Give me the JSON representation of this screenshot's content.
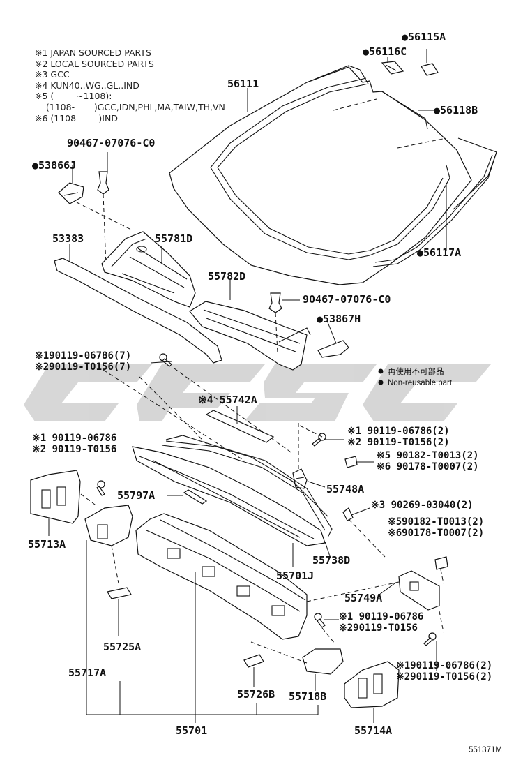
{
  "notes": [
    "※1 JAPAN SOURCED PARTS",
    "※2 LOCAL SOURCED PARTS",
    "※3 GCC",
    "※4 KUN40..WG..GL..IND",
    "※5 (        ~1108):",
    "    (1108-       )GCC,IDN,PHL,MA,TAIW,TH,VN",
    "※6 (1108-       )IND"
  ],
  "legend": {
    "item1": "再使用不可部品",
    "item2": "Non-reusable part"
  },
  "labels": {
    "p56115A": "●56115A",
    "p56116C": "●56116C",
    "p56111": "56111",
    "p56118B": "●56118B",
    "p56117A": "●56117A",
    "p53866J": "●53866J",
    "clip1": "90467-07076-C0",
    "clip2": "90467-07076-C0",
    "p53383": "53383",
    "p55781D": "55781D",
    "p55782D": "55782D",
    "p53867H": "●53867H",
    "bolt1a": "※190119-06786(7)",
    "bolt1b": "※290119-T0156(7)",
    "p55742A": "※4 55742A",
    "bolt2a": "※1 90119-06786(2)",
    "bolt2b": "※2 90119-T0156(2)",
    "nut1a": "※5 90182-T0013(2)",
    "nut1b": "※6 90178-T0007(2)",
    "p55748A": "55748A",
    "bolt3a": "※1 90119-06786",
    "bolt3b": "※2 90119-T0156",
    "p55797A": "55797A",
    "p55713A": "55713A",
    "p55738D": "55738D",
    "p55701J": "55701J",
    "clip3": "※3 90269-03040(2)",
    "nut2a": "※590182-T0013(2)",
    "nut2b": "※690178-T0007(2)",
    "p55749A": "55749A",
    "bolt4a": "※1 90119-06786",
    "bolt4b": "※290119-T0156",
    "p55725A": "55725A",
    "p55717A": "55717A",
    "bolt5a": "※190119-06786(2)",
    "bolt5b": "※290119-T0156(2)",
    "p55726B": "55726B",
    "p55718B": "55718B",
    "p55701": "55701",
    "p55714A": "55714A",
    "figno": "551371M"
  }
}
